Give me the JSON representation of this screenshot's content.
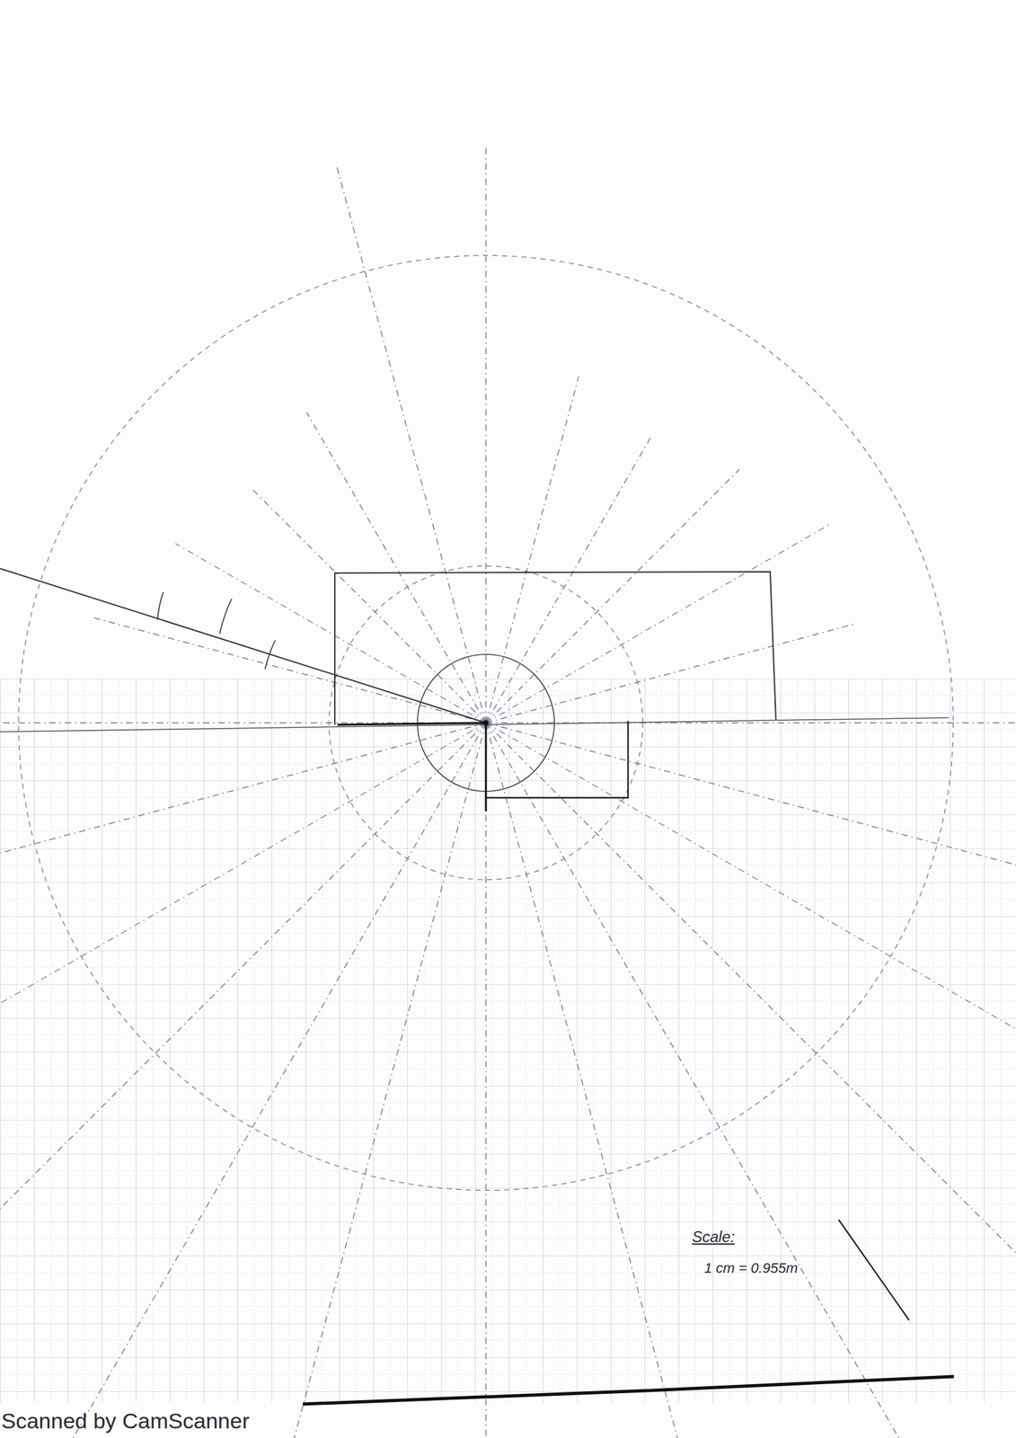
{
  "diagram": {
    "labels": [
      "Scale:",
      "1 cm = 0.955m",
      "Scanned by CamScanner"
    ]
  }
}
